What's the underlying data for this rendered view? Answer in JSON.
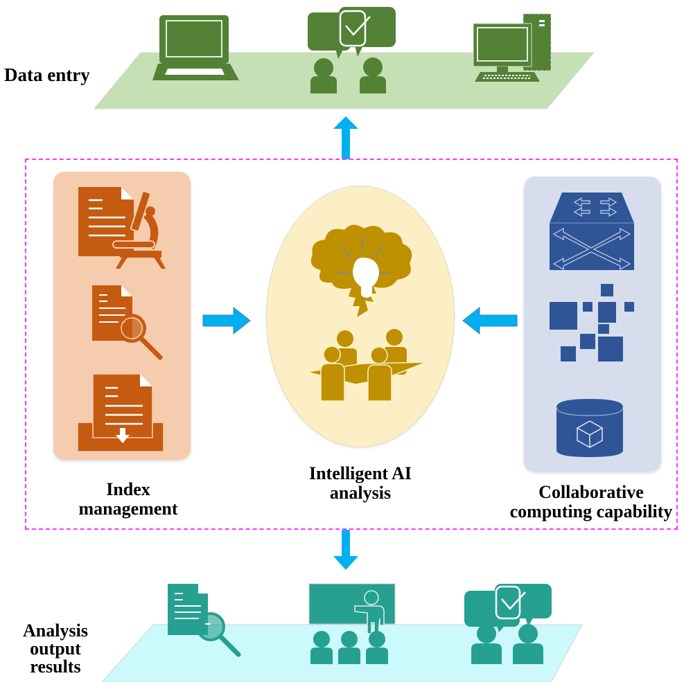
{
  "diagram": {
    "layers": {
      "top": {
        "label": "Data entry",
        "icons": [
          "laptop-icon",
          "discussion-check-icon",
          "desktop-computer-icon"
        ]
      },
      "middle": {
        "left": {
          "label_line1": "Index",
          "label_line2": "management",
          "icons": [
            "document-microscope-icon",
            "document-search-icon",
            "document-inbox-download-icon"
          ]
        },
        "center": {
          "label_line1": "Intelligent AI",
          "label_line2": "analysis",
          "icons": [
            "brain-idea-lightbulb-icon",
            "team-meeting-icon"
          ]
        },
        "right": {
          "label_line1": "Collaborative",
          "label_line2": "computing capability",
          "icons": [
            "network-switch-icon",
            "distributed-blocks-icon",
            "database-cube-icon"
          ]
        }
      },
      "bottom": {
        "label_line1": "Analysis",
        "label_line2": "output",
        "label_line3": "results",
        "icons": [
          "document-search-icon",
          "presentation-audience-icon",
          "discussion-check-icon"
        ]
      }
    },
    "flows": [
      {
        "from": "middle",
        "to": "top",
        "direction": "up"
      },
      {
        "from": "left",
        "to": "center",
        "direction": "right"
      },
      {
        "from": "right",
        "to": "center",
        "direction": "left"
      },
      {
        "from": "middle",
        "to": "bottom",
        "direction": "down"
      }
    ],
    "colors": {
      "top_platform": "#c5e0b4",
      "top_icons": "#538135",
      "left_panel": "#f6ccaf",
      "left_icons": "#c55a11",
      "center_ellipse": "#fdefc5",
      "center_icons": "#bf9000",
      "right_panel": "#d6deee",
      "right_icons": "#2f5597",
      "bottom_platform": "#ccfafc",
      "bottom_icons": "#26a091",
      "arrows": "#00b0f0",
      "dashed_border": "#ff33ff"
    }
  }
}
